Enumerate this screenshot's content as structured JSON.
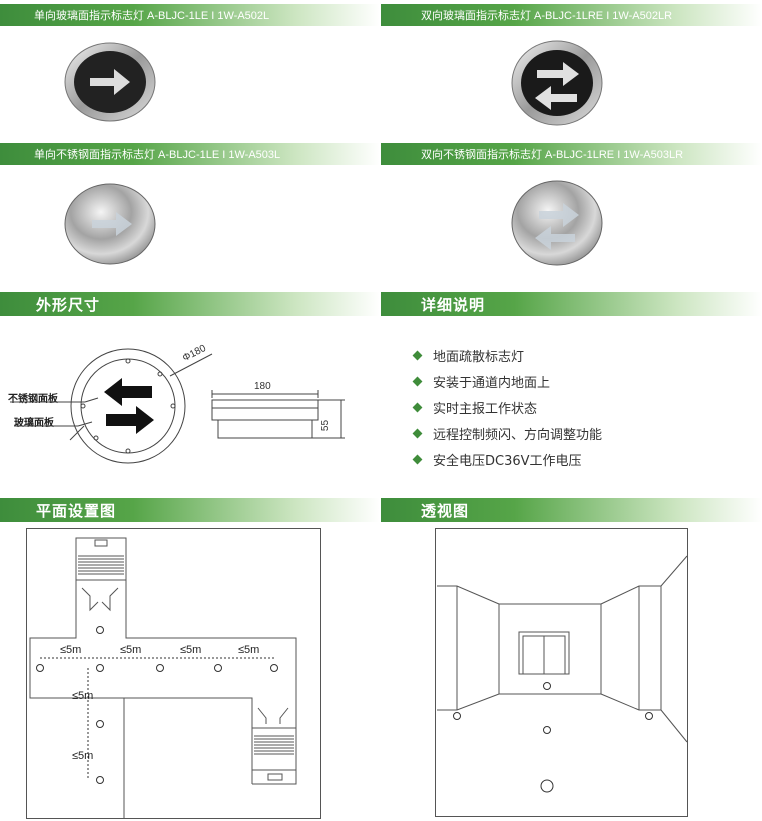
{
  "products": [
    {
      "caption": "单向玻璃面指示标志灯 A-BLJC-1LE I 1W-A502L"
    },
    {
      "caption": "双向玻璃面指示标志灯 A-BLJC-1LRE I 1W-A502LR"
    },
    {
      "caption": "单向不锈钢面指示标志灯 A-BLJC-1LE I 1W-A503L"
    },
    {
      "caption": "双向不锈钢面指示标志灯 A-BLJC-1LRE I 1W-A503LR"
    }
  ],
  "sections": {
    "dimensions": "外形尺寸",
    "details": "详细说明",
    "layout": "平面设置图",
    "perspective": "透视图"
  },
  "drawing": {
    "steel_panel": "不锈钢面板",
    "glass_panel": "玻璃面板",
    "diameter": "Φ180",
    "width": "180",
    "height": "55"
  },
  "features": [
    "地面疏散标志灯",
    "安装于通道内地面上",
    "实时主报工作状态",
    "远程控制频闪、方向调整功能",
    "安全电压DC36V工作电压"
  ],
  "spacing": {
    "h1": "≤5m",
    "h2": "≤5m",
    "h3": "≤5m",
    "h4": "≤5m",
    "v1": "≤5m",
    "v2": "≤5m"
  },
  "colors": {
    "brand_green": "#56a548",
    "dark_green": "#3e8d3c"
  }
}
